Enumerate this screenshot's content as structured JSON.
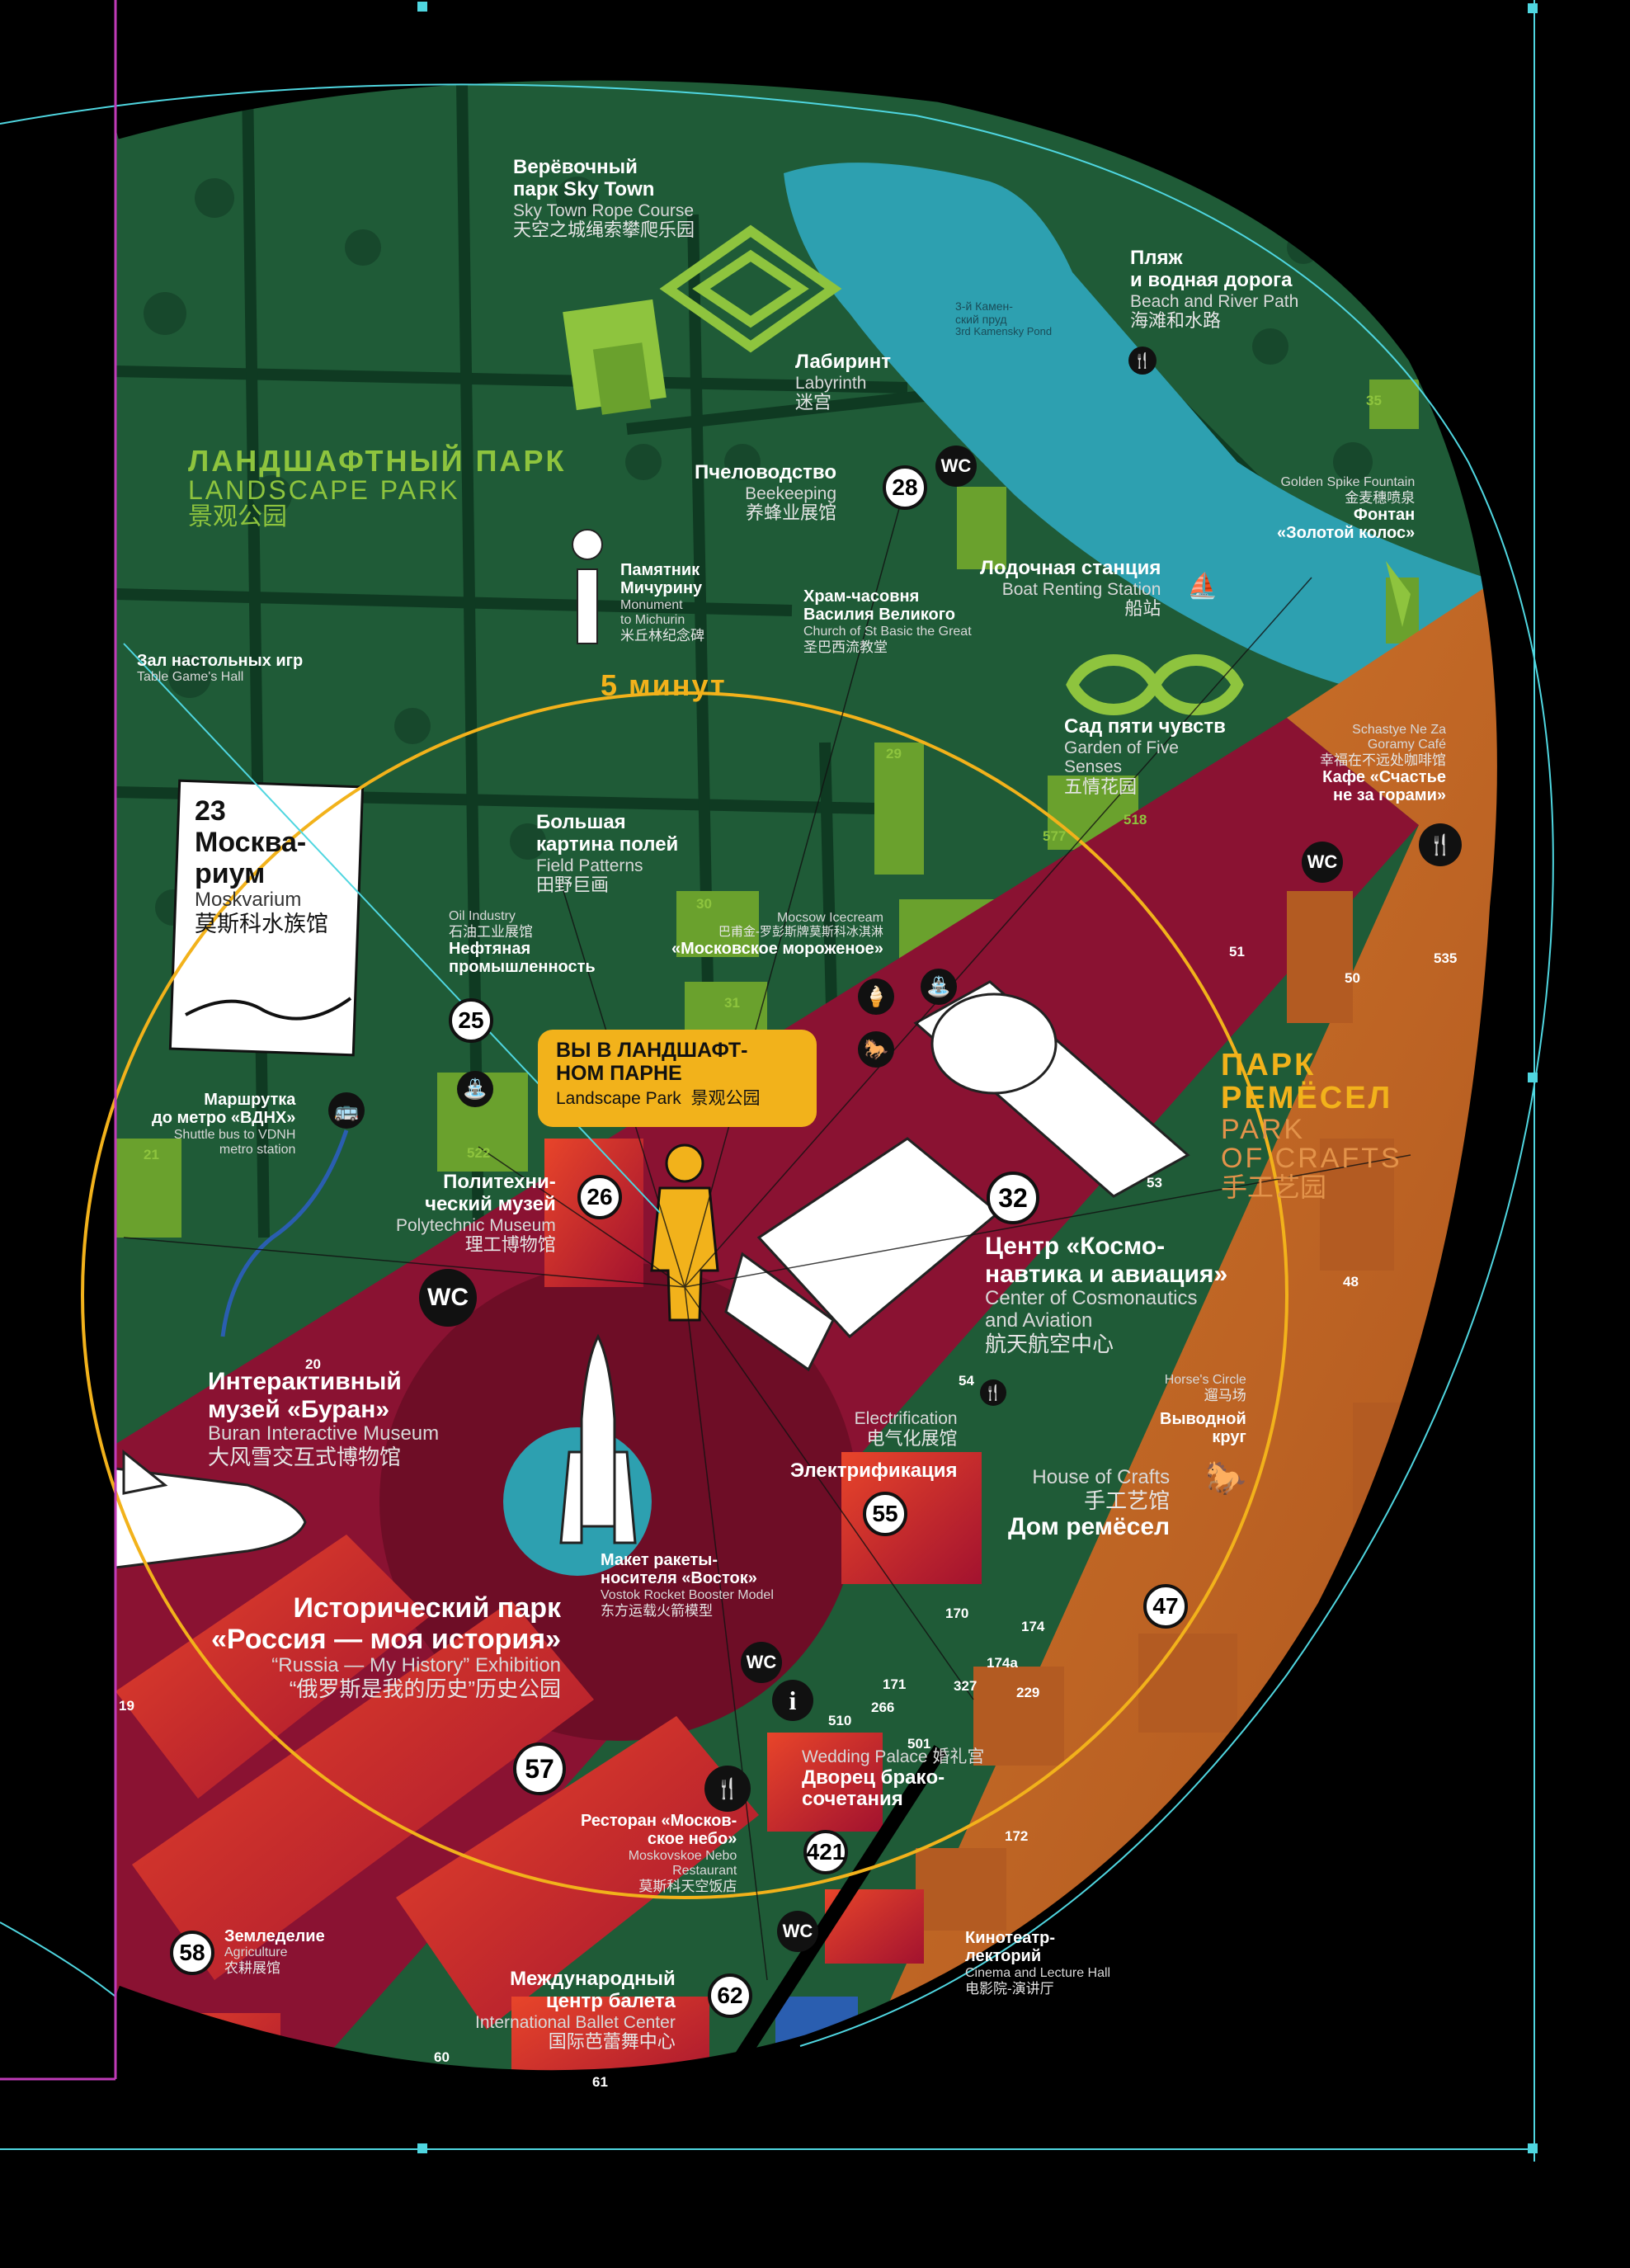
{
  "colors": {
    "park_green": "#1f5b37",
    "dark_green": "#17482c",
    "road_green": "#0f3a22",
    "water": "#2da0b0",
    "maroon": "#8a1232",
    "orange": "#c86d2a",
    "yellow": "#f2b21b",
    "cyan_line": "#4fd6e0",
    "magenta_line": "#c03bb8"
  },
  "time_ring": {
    "label": "5 минут"
  },
  "you_are_here": {
    "ru": "ВЫ В ЛАНДШАФТ-НОМ ПАРНЕ",
    "ru_l1": "ВЫ В ЛАНДШАФТ-",
    "ru_l2": "НОМ ПАРНЕ",
    "en": "Landscape Park",
    "zh": "景观公园"
  },
  "zones": {
    "landscape": {
      "ru": "ЛАНДШАФТНЫЙ ПАРК",
      "en": "LANDSCAPE PARK",
      "zh": "景观公园"
    },
    "crafts": {
      "ru1": "ПАРК",
      "ru2": "РЕМЁСЕЛ",
      "en1": "PARK",
      "en2": "OF CRAFTS",
      "zh": "手工艺园"
    }
  },
  "places": {
    "skytown": {
      "ru1": "Верёвочный",
      "ru2": "парк Sky Town",
      "en": "Sky Town Rope Course",
      "zh": "天空之城绳索攀爬乐园"
    },
    "labyrinth": {
      "ru": "Лабиринт",
      "en": "Labyrinth",
      "zh": "迷宫"
    },
    "beach": {
      "ru1": "Пляж",
      "ru2": "и водная дорога",
      "en": "Beach and River Path",
      "zh": "海滩和水路"
    },
    "pond": {
      "ru1": "3-й Камен-",
      "ru2": "ский пруд",
      "en": "3rd Kamensky Pond"
    },
    "beekeeping": {
      "ru": "Пчеловодство",
      "en": "Beekeeping",
      "zh": "养蜂业展馆",
      "num": "28"
    },
    "fountain": {
      "en": "Golden Spike Fountain",
      "zh": "金麦穗喷泉",
      "ru1": "Фонтан",
      "ru2": "«Золотой колос»"
    },
    "michurin": {
      "ru1": "Памятник",
      "ru2": "Мичурину",
      "en1": "Monument",
      "en2": "to Michurin",
      "zh": "米丘林纪念碑"
    },
    "church": {
      "ru1": "Храм-часовня",
      "ru2": "Василия Великого",
      "en": "Church of St Basic the Great",
      "zh": "圣巴西流教堂"
    },
    "boats": {
      "ru": "Лодочная станция",
      "en": "Boat Renting Station",
      "zh": "船站"
    },
    "boardgames": {
      "ru": "Зал настольных игр",
      "en": "Table Game's Hall"
    },
    "senses": {
      "ru": "Сад пяти чувств",
      "en1": "Garden of Five",
      "en2": "Senses",
      "zh": "五情花园"
    },
    "cafe": {
      "en1": "Schastye Ne Za",
      "en2": "Goramy Café",
      "zh": "幸福在不远处咖啡馆",
      "ru1": "Кафе «Счастье",
      "ru2": "не за горами»"
    },
    "moskvarium": {
      "num": "23",
      "ru1": "Москва-",
      "ru2": "риум",
      "en": "Moskvarium",
      "zh": "莫斯科水族馆"
    },
    "fields": {
      "ru1": "Большая",
      "ru2": "картина полей",
      "en": "Field Patterns",
      "zh": "田野巨画"
    },
    "oil": {
      "en": "Oil Industry",
      "zh": "石油工业展馆",
      "ru1": "Нефтяная",
      "ru2": "промышленность",
      "num": "25"
    },
    "icecream": {
      "en": "Mocsow Icecream",
      "zh": "巴甫金-罗彭斯牌莫斯科冰淇淋",
      "ru": "«Московское мороженое»"
    },
    "bus": {
      "ru1": "Маршрутка",
      "ru2": "до метро «ВДНХ»",
      "en1": "Shuttle bus to VDNH",
      "en2": "metro station"
    },
    "polytech": {
      "ru1": "Политехни-",
      "ru2": "ческий музей",
      "en": "Polytechnic Museum",
      "zh": "理工博物馆",
      "num": "26"
    },
    "cosmos": {
      "num": "32",
      "ru1": "Центр «Космо-",
      "ru2": "навтика и авиация»",
      "en1": "Center of Cosmonautics",
      "en2": "and Aviation",
      "zh": "航天航空中心"
    },
    "buran": {
      "ru1": "Интерактивный",
      "ru2": "музей «Буран»",
      "en": "Buran Interactive Museum",
      "zh": "大风雪交互式博物馆"
    },
    "electrification": {
      "en": "Electrification",
      "zh": "电气化展馆",
      "ru": "Электрификация",
      "num": "55"
    },
    "horses": {
      "en": "Horse's Circle",
      "zh": "遛马场",
      "ru1": "Выводной",
      "ru2": "круг"
    },
    "crafts_house": {
      "en": "House of Crafts",
      "zh": "手工艺馆",
      "ru": "Дом ремёсел",
      "num": "47"
    },
    "vostok": {
      "ru1": "Макет ракеты-",
      "ru2": "носителя «Восток»",
      "en": "Vostok Rocket Booster Model",
      "zh": "东方运载火箭模型"
    },
    "history": {
      "ru1": "Исторический парк",
      "ru2": "«Россия — моя история»",
      "en": "“Russia — My History” Exhibition",
      "zh": "“俄罗斯是我的历史”历史公园",
      "num": "57"
    },
    "wedding": {
      "en": "Wedding Palace",
      "zh": "婚礼宫",
      "ru1": "Дворец бракo-",
      "ru2": "сочетания",
      "num": "421"
    },
    "restaurant": {
      "ru1": "Ресторан «Москов-",
      "ru2": "ское небо»",
      "en1": "Moskovskoe Nebo",
      "en2": "Restaurant",
      "zh": "莫斯科天空饭店"
    },
    "agriculture": {
      "ru": "Земледелие",
      "en": "Agriculture",
      "zh": "农耕展馆",
      "num": "58"
    },
    "cinema": {
      "ru1": "Кинотеатр-",
      "ru2": "лекторий",
      "en": "Cinema and Lecture Hall",
      "zh": "电影院-演讲厅"
    },
    "ballet": {
      "ru1": "Международный",
      "ru2": "центр балета",
      "en": "International Ballet Center",
      "zh": "国际芭蕾舞中心",
      "num": "62"
    }
  },
  "wc_label": "WC",
  "building_numbers": {
    "n35": "35",
    "n29": "29",
    "n577": "577",
    "n518": "518",
    "n30": "30",
    "n31": "31",
    "n51": "51",
    "n50": "50",
    "n535": "535",
    "n53": "53",
    "n48": "48",
    "n54": "54",
    "n21": "21",
    "n522": "522",
    "n20": "20",
    "n19": "19",
    "n170": "170",
    "n174": "174",
    "n174a": "174a",
    "n171": "171",
    "n327": "327",
    "n229": "229",
    "n266": "266",
    "n510": "510",
    "n501": "501",
    "n172": "172",
    "n60": "60",
    "n61": "61"
  },
  "icons": [
    "wc-icon",
    "info-icon",
    "restaurant-icon",
    "bus-icon",
    "boat-icon",
    "horse-icon",
    "icecream-icon",
    "fountain-icon"
  ]
}
